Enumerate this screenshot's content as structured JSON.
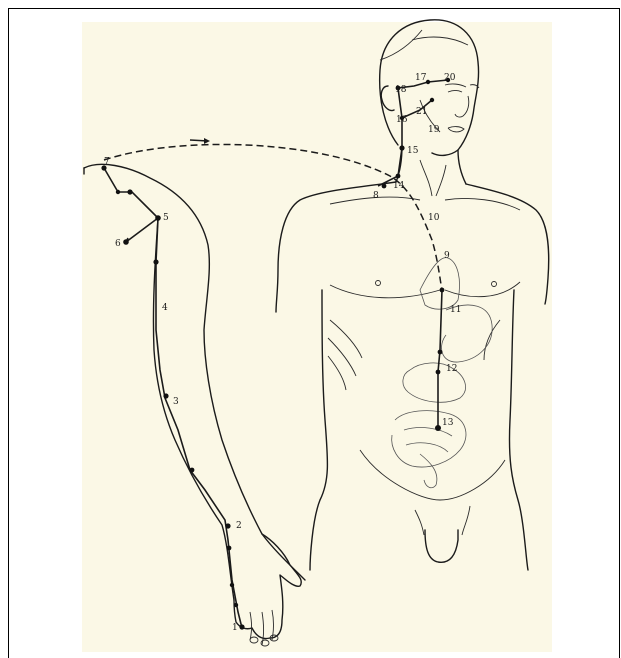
{
  "figure": {
    "background": "#fbf8e6",
    "line_color": "#1b1b1b",
    "point_labels": {
      "p1": "1",
      "p2": "2",
      "p3": "3",
      "p4": "4",
      "p5": "5",
      "p6": "6",
      "p7": "7",
      "p8": "8",
      "p9": "9",
      "p10": "10",
      "p11": "11",
      "p12": "12",
      "p13": "13",
      "p14": "14",
      "p15": "15",
      "p16": "16",
      "p17": "17",
      "p18": "18",
      "p19": "19",
      "p20": "20",
      "p21": "21"
    }
  }
}
